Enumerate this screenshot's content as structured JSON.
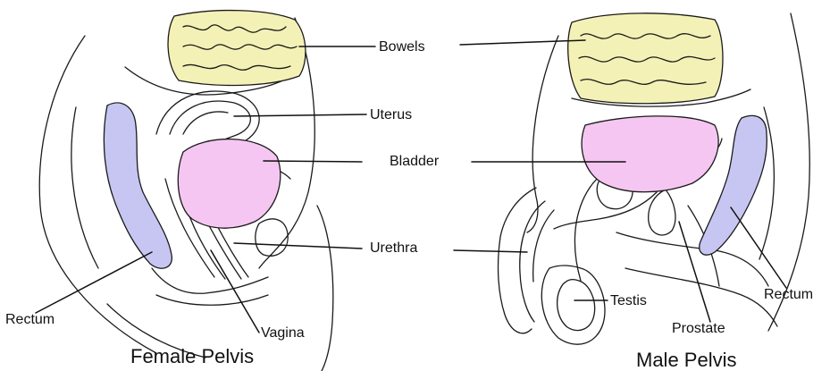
{
  "female": {
    "title": "Female Pelvis",
    "labels": {
      "rectum": "Rectum",
      "vagina": "Vagina"
    }
  },
  "male": {
    "title": "Male Pelvis",
    "labels": {
      "testis": "Testis",
      "prostate": "Prostate",
      "rectum": "Rectum"
    }
  },
  "shared_labels": {
    "bowels": "Bowels",
    "uterus": "Uterus",
    "bladder": "Bladder",
    "urethra": "Urethra"
  },
  "colors": {
    "bowels_fill": "#f4f1b6",
    "bladder_fill": "#f6c6f2",
    "rectum_fill": "#c7c6f2",
    "outline": "#1a1a1a",
    "background": "#ffffff"
  }
}
